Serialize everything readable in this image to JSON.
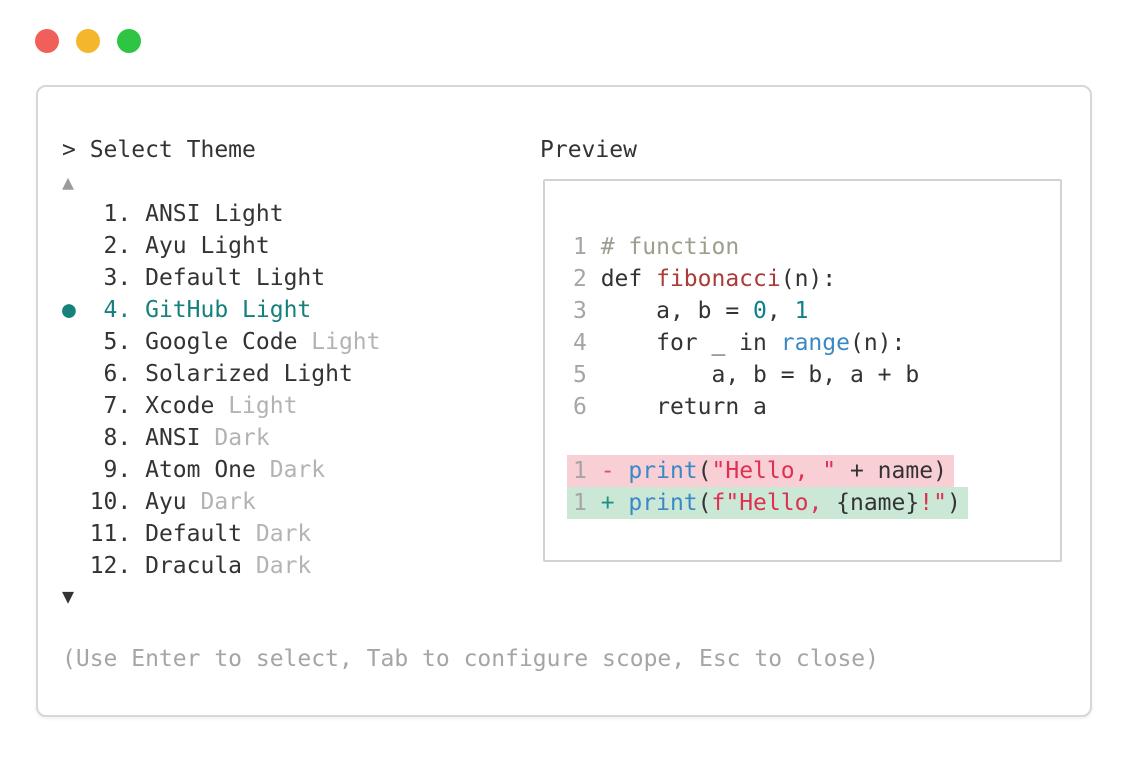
{
  "window": {
    "traffic_lights": {
      "close_color": "#f15f5a",
      "minimize_color": "#f4b62d",
      "zoom_color": "#2dc543"
    }
  },
  "dialog": {
    "prompt": "> Select Theme",
    "scroll_up_indicator": "▲",
    "scroll_down_indicator": "▼",
    "selected_marker": "●",
    "accent_color": "#15807c",
    "muted_color": "#b3b3b3",
    "footer_hint": "(Use Enter to select, Tab to configure scope, Esc to close)",
    "themes": [
      {
        "num": "1",
        "base": "ANSI Light",
        "muted": "",
        "selected": false
      },
      {
        "num": "2",
        "base": "Ayu Light",
        "muted": "",
        "selected": false
      },
      {
        "num": "3",
        "base": "Default Light",
        "muted": "",
        "selected": false
      },
      {
        "num": "4",
        "base": "GitHub Light",
        "muted": "",
        "selected": true
      },
      {
        "num": "5",
        "base": "Google Code",
        "muted": "Light",
        "selected": false
      },
      {
        "num": "6",
        "base": "Solarized Light",
        "muted": "",
        "selected": false
      },
      {
        "num": "7",
        "base": "Xcode",
        "muted": "Light",
        "selected": false
      },
      {
        "num": "8",
        "base": "ANSI",
        "muted": "Dark",
        "selected": false
      },
      {
        "num": "9",
        "base": "Atom One",
        "muted": "Dark",
        "selected": false
      },
      {
        "num": "10",
        "base": "Ayu",
        "muted": "Dark",
        "selected": false
      },
      {
        "num": "11",
        "base": "Default",
        "muted": "Dark",
        "selected": false
      },
      {
        "num": "12",
        "base": "Dracula",
        "muted": "Dark",
        "selected": false
      }
    ]
  },
  "preview": {
    "label": "Preview",
    "syntax_colors": {
      "line_number": "#a5a5a5",
      "plain": "#333333",
      "comment": "#9ba08d",
      "function_name": "#a93c37",
      "number_literal": "#0f7f88",
      "call": "#3a89c6",
      "string": "#e02f50",
      "diff_del_sign": "#e0506a",
      "diff_add_sign": "#1e9180",
      "diff_del_bg": "#f8cfd5",
      "diff_add_bg": "#cbe8d7"
    },
    "code_lines": [
      {
        "ln": "1",
        "tokens": [
          {
            "t": "# function",
            "c": "com"
          }
        ]
      },
      {
        "ln": "2",
        "tokens": [
          {
            "t": "def ",
            "c": "plain"
          },
          {
            "t": "fibonacci",
            "c": "fn"
          },
          {
            "t": "(n):",
            "c": "plain"
          }
        ]
      },
      {
        "ln": "3",
        "tokens": [
          {
            "t": "    a, b = ",
            "c": "plain"
          },
          {
            "t": "0",
            "c": "num"
          },
          {
            "t": ", ",
            "c": "plain"
          },
          {
            "t": "1",
            "c": "num"
          }
        ]
      },
      {
        "ln": "4",
        "tokens": [
          {
            "t": "    for _ in ",
            "c": "plain"
          },
          {
            "t": "range",
            "c": "call"
          },
          {
            "t": "(n):",
            "c": "plain"
          }
        ]
      },
      {
        "ln": "5",
        "tokens": [
          {
            "t": "        a, b = b, a + b",
            "c": "plain"
          }
        ]
      },
      {
        "ln": "6",
        "tokens": [
          {
            "t": "    return a",
            "c": "plain"
          }
        ]
      }
    ],
    "diff_lines": [
      {
        "ln": "1",
        "kind": "del",
        "tokens": [
          {
            "t": "- ",
            "c": "del-sign"
          },
          {
            "t": "print",
            "c": "call"
          },
          {
            "t": "(",
            "c": "plain"
          },
          {
            "t": "\"Hello, \"",
            "c": "str"
          },
          {
            "t": " + name)",
            "c": "plain"
          }
        ]
      },
      {
        "ln": "1",
        "kind": "add",
        "tokens": [
          {
            "t": "+ ",
            "c": "add-sign"
          },
          {
            "t": "print",
            "c": "call"
          },
          {
            "t": "(",
            "c": "plain"
          },
          {
            "t": "f\"Hello, ",
            "c": "str"
          },
          {
            "t": "{name}",
            "c": "plain"
          },
          {
            "t": "!\"",
            "c": "str"
          },
          {
            "t": ")",
            "c": "plain"
          }
        ]
      }
    ]
  }
}
